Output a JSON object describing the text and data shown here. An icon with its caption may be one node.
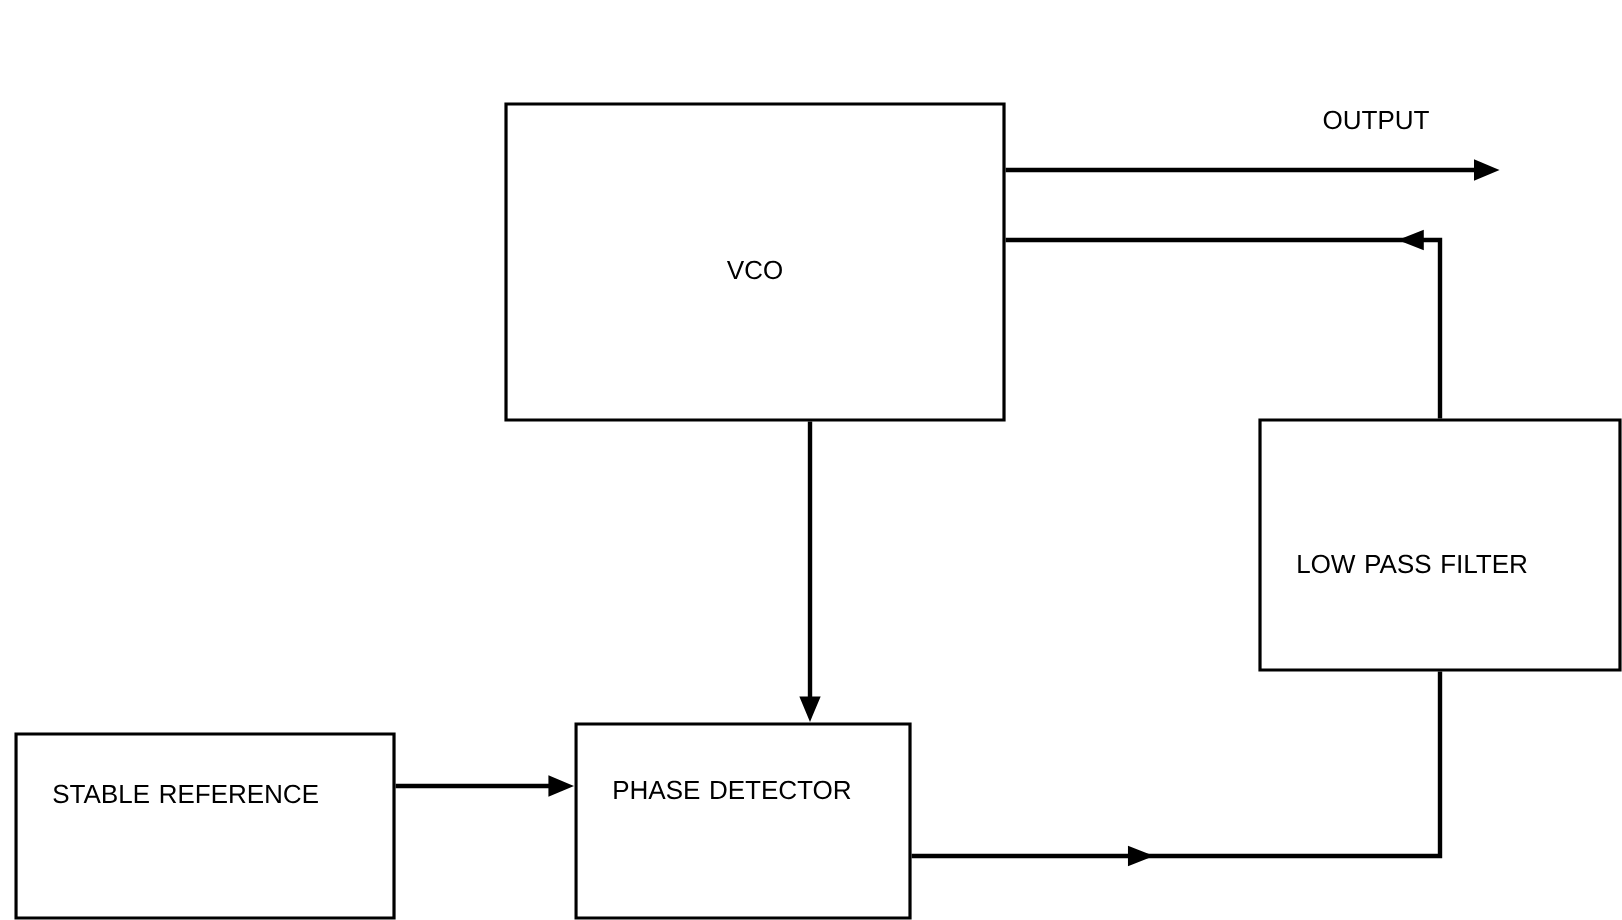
{
  "diagram": {
    "nodes": [
      {
        "text": [
          "VCO"
        ]
      },
      {
        "text": [
          "LOW PASS FILTER"
        ]
      },
      {
        "text": [
          "STABLE REFERENCE"
        ]
      },
      {
        "text": [
          "PHASE DETECTOR"
        ]
      }
    ],
    "edges": [
      {
        "from": 0,
        "to": null,
        "arrow": "to",
        "label": "OUTPUT"
      },
      {
        "from": 1,
        "to": 0,
        "arrow": "to"
      },
      {
        "from": 0,
        "to": 3,
        "arrow": "to"
      },
      {
        "from": 2,
        "to": 3,
        "arrow": "to"
      },
      {
        "from": 3,
        "to": 1,
        "arrow": "to"
      }
    ]
  }
}
